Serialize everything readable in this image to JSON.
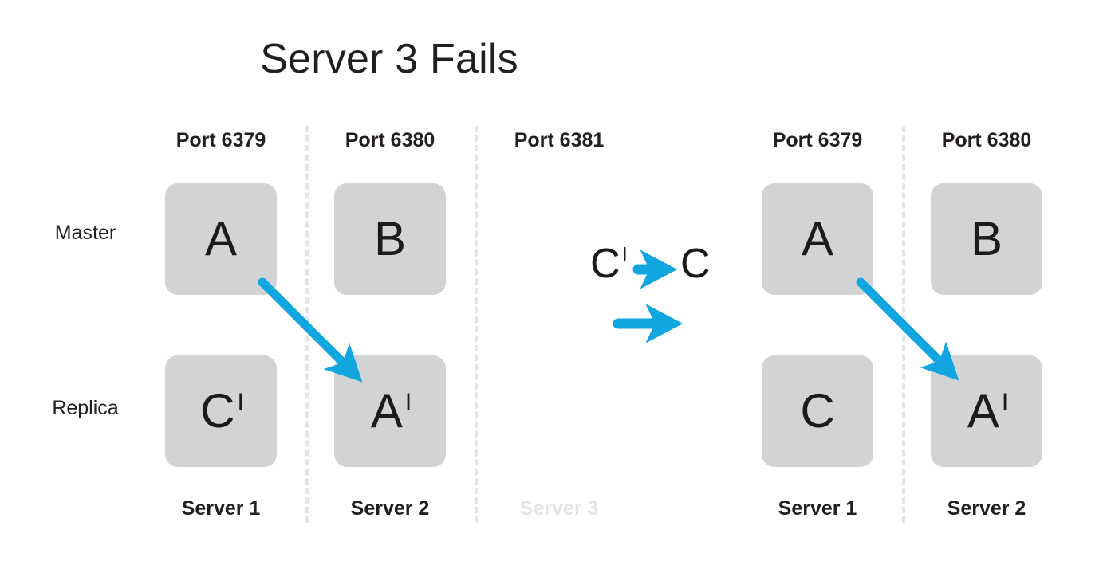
{
  "diagram": {
    "title": "Server 3 Fails",
    "accent_color": "#12a6e0",
    "node_fill": "#d2d3d4",
    "text_color": "#231f20",
    "faded_color": "#e3e4e5",
    "row_labels": {
      "master": "Master",
      "replica": "Replica"
    },
    "before": {
      "columns": [
        {
          "port": "Port 6379",
          "server": "Server 1",
          "faded": false,
          "master": {
            "letter": "A",
            "prime": ""
          },
          "replica": {
            "letter": "C",
            "prime": "I"
          }
        },
        {
          "port": "Port 6380",
          "server": "Server 2",
          "faded": false,
          "master": {
            "letter": "B",
            "prime": ""
          },
          "replica": {
            "letter": "A",
            "prime": "I"
          }
        },
        {
          "port": "Port 6381",
          "server": "Server 3",
          "faded": true,
          "master": null,
          "replica": null
        }
      ]
    },
    "after": {
      "columns": [
        {
          "port": "Port 6379",
          "server": "Server 1",
          "faded": false,
          "master": {
            "letter": "A",
            "prime": ""
          },
          "replica": {
            "letter": "C",
            "prime": ""
          }
        },
        {
          "port": "Port 6380",
          "server": "Server 2",
          "faded": false,
          "master": {
            "letter": "B",
            "prime": ""
          },
          "replica": {
            "letter": "A",
            "prime": "I"
          }
        }
      ]
    },
    "transition": {
      "from_label": "C",
      "from_prime": "I",
      "to_label": "C",
      "arrow_short": "arrow-right-icon",
      "arrow_long": "arrow-right-icon"
    },
    "replication_arrows": [
      {
        "name": "replication-arrow-left",
        "from": "A (Server 1 master)",
        "to": "A' (Server 2 replica)"
      },
      {
        "name": "replication-arrow-right",
        "from": "A (Server 1 master)",
        "to": "A' (Server 2 replica)"
      }
    ]
  }
}
